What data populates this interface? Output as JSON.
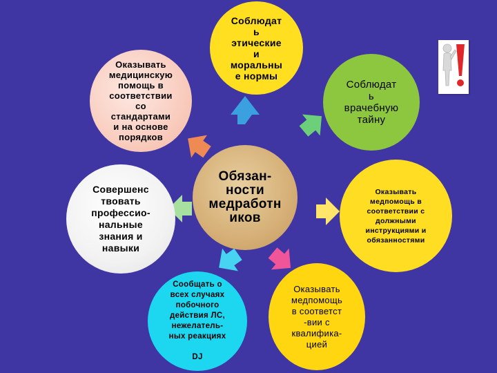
{
  "diagram": {
    "center": "Обязан-\nности\nмедработн\nиков",
    "nodes": {
      "top": "Соблюдат\nь\nэтические\nи\nморальны\nе нормы",
      "top_left": "Оказывать\nмедицинскую\nпомощь в\nсоответствии\nсо\nстандартами\nи на основе\nпорядков",
      "top_right": "Соблюдат\nь\nврачебную\nтайну",
      "left": "Совершенс\nтвовать\nпрофессио-\nнальные\nзнания и\nнавыки",
      "right": "Оказывать\nмедпомощь в\nсоответствии с\nдолжными\nинструкциями и\nобязанностями",
      "bottom_left": "Сообщать о\nвсех случаях\nпобочного\nдействия ЛС,\nнежелатель-\nных реакциях\n\nDJ",
      "bottom_right": "Оказывать\nмедпомощь\nв соответст\n-вии с\nквалифика-\nцией"
    },
    "colors": {
      "background": "#3f35a3",
      "center": "#d7b27a",
      "top": "#ffdf1f",
      "top_left": "#f9cdbf",
      "top_right": "#8dc63f",
      "left": "#f2f2f2",
      "right": "#ffdd22",
      "bottom_left": "#1dd6f0",
      "bottom_right": "#ffd60f",
      "arrow_top": "#3aa0e0",
      "arrow_top_left": "#f08a55",
      "arrow_top_right": "#6cd07a",
      "arrow_left": "#a8e0a0",
      "arrow_right": "#ffe66a",
      "arrow_bottom_left": "#46d4f2",
      "arrow_bottom_right": "#f0559a",
      "exclamation": "#e0282a"
    },
    "icon": "figure-with-exclamation-icon"
  }
}
